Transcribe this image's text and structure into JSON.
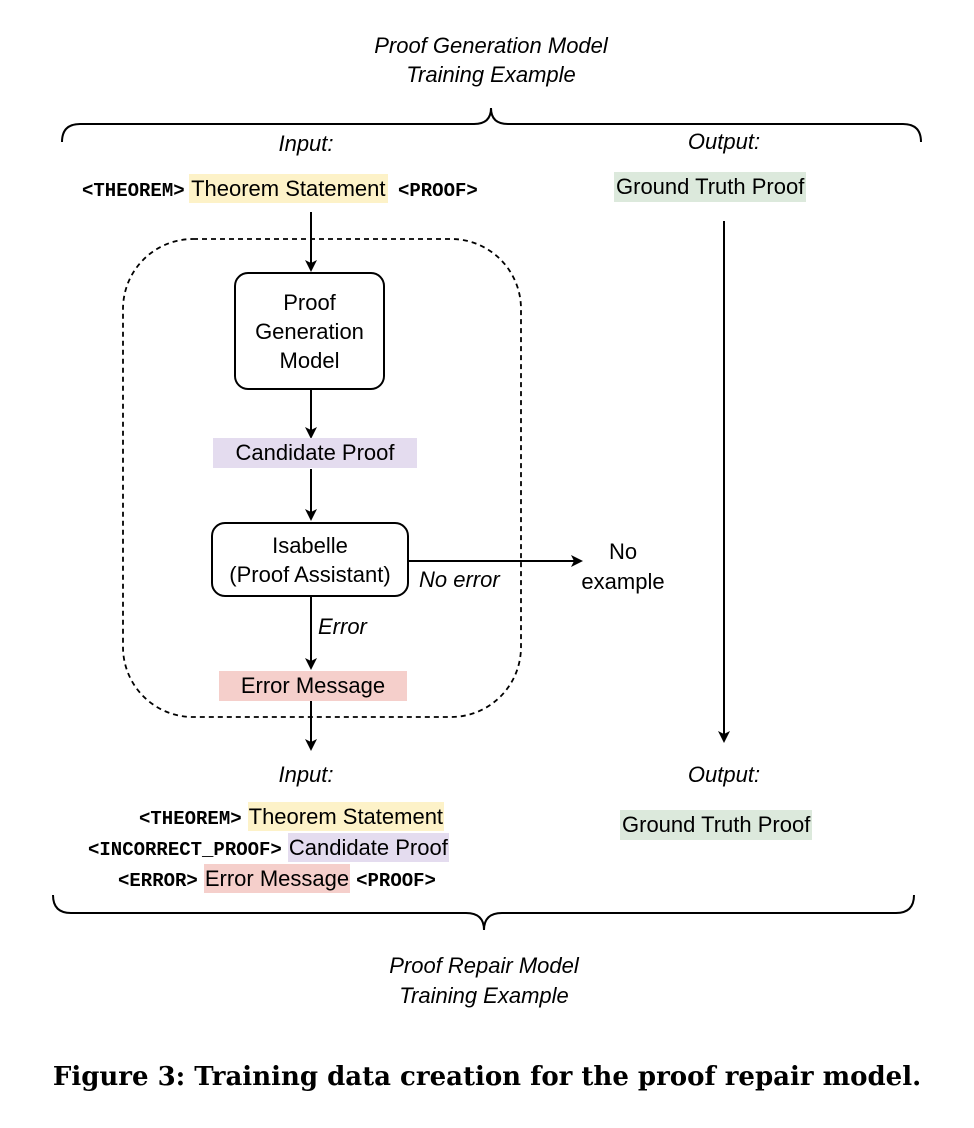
{
  "top_label": {
    "line1": "Proof Generation Model",
    "line2": "Training Example"
  },
  "bottom_label": {
    "line1": "Proof Repair Model",
    "line2": "Training Example"
  },
  "top": {
    "input_label": "Input:",
    "output_label": "Output:",
    "theorem_tag": "<THEOREM>",
    "theorem_statement": "Theorem Statement",
    "proof_tag": "<PROOF>",
    "ground_truth": "Ground Truth Proof"
  },
  "nodes": {
    "proof_gen_model": "Proof Generation Model",
    "candidate_proof": "Candidate Proof",
    "isabelle_line1": "Isabelle",
    "isabelle_line2": "(Proof Assistant)",
    "no_error": "No error",
    "no_example_line1": "No",
    "no_example_line2": "example",
    "error": "Error",
    "error_message": "Error Message"
  },
  "bottom": {
    "input_label": "Input:",
    "output_label": "Output:",
    "theorem_tag": "<THEOREM>",
    "theorem_statement": "Theorem Statement",
    "incorrect_tag": "<INCORRECT_PROOF>",
    "candidate_proof": "Candidate Proof",
    "error_tag": "<ERROR>",
    "error_message": "Error Message",
    "proof_tag": "<PROOF>",
    "ground_truth": "Ground Truth Proof"
  },
  "caption": "Figure 3: Training data creation for the proof repair model.",
  "colors": {
    "theorem": "#fdf2c8",
    "ground_truth": "#dce9dc",
    "candidate": "#e4dcef",
    "error": "#f5cfcb"
  }
}
